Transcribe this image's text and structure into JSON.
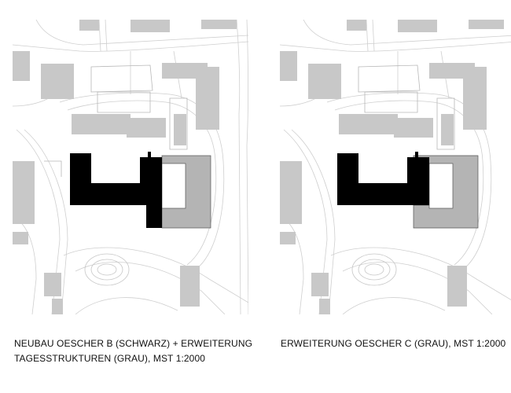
{
  "colors": {
    "new_building": "#000000",
    "extension": "#b4b4b4",
    "context_building": "#c8c8c8",
    "context_outline": "#b0b0b0",
    "road_line": "#cfcfcf",
    "background": "#ffffff"
  },
  "plans": [
    {
      "caption_line1": "NEUBAU OESCHER B (SCHWARZ) + ERWEITERUNG",
      "caption_line2": "TAGESSTRUKTUREN (GRAU), MST 1:2000"
    },
    {
      "caption_line1": "ERWEITERUNG OESCHER C (GRAU), MST 1:2000",
      "caption_line2": ""
    }
  ]
}
